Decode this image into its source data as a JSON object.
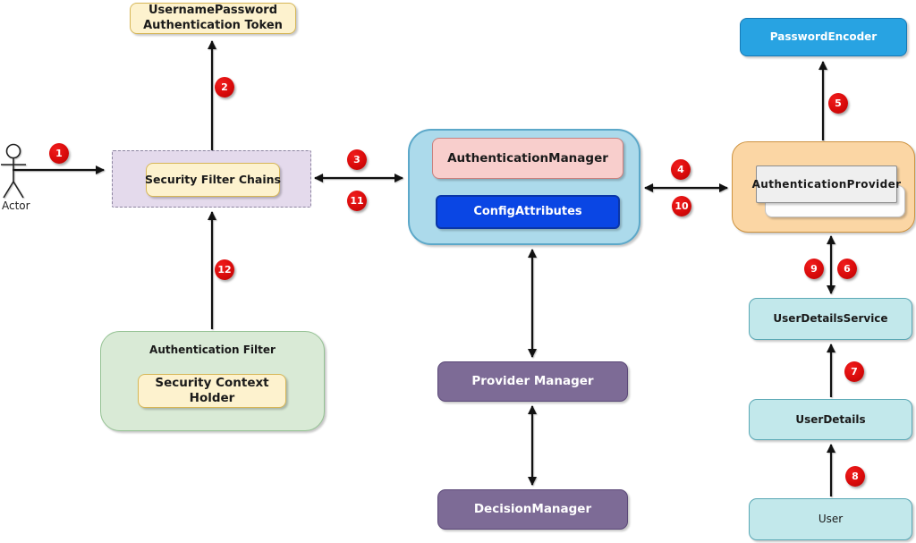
{
  "diagram": {
    "actor": {
      "label": "Actor"
    },
    "nodes": {
      "token": "UsernamePassword Authentication Token",
      "security_filter_chains": "Security Filter Chains",
      "authentication_manager": "AuthenticationManager",
      "config_attributes": "ConfigAttributes",
      "password_encoder": "PasswordEncoder",
      "authentication_provider": "AuthenticationProvider",
      "user_details_service": "UserDetailsService",
      "user_details": "UserDetails",
      "user": "User",
      "authentication_filter": "Authentication Filter",
      "security_context_holder": "Security Context Holder",
      "provider_manager": "Provider Manager",
      "decision_manager": "DecisionManager"
    },
    "badges": [
      "1",
      "2",
      "3",
      "4",
      "5",
      "6",
      "7",
      "8",
      "9",
      "10",
      "11",
      "12"
    ],
    "colors": {
      "cream_fill": "#FDF2CE",
      "cream_border": "#D6B656",
      "lavender_fill": "#E4DAEC",
      "blue_container_fill": "#ACDAEB",
      "pink_fill": "#F8CECC",
      "config_blue_fill": "#0A46E4",
      "password_encoder_fill": "#28A3E2",
      "orange_fill": "#FBD6A4",
      "cyan_fill": "#C2E8EB",
      "purple_fill": "#7D6B96",
      "green_fill": "#D9EAD6",
      "badge_red": "#D90B0B"
    }
  }
}
